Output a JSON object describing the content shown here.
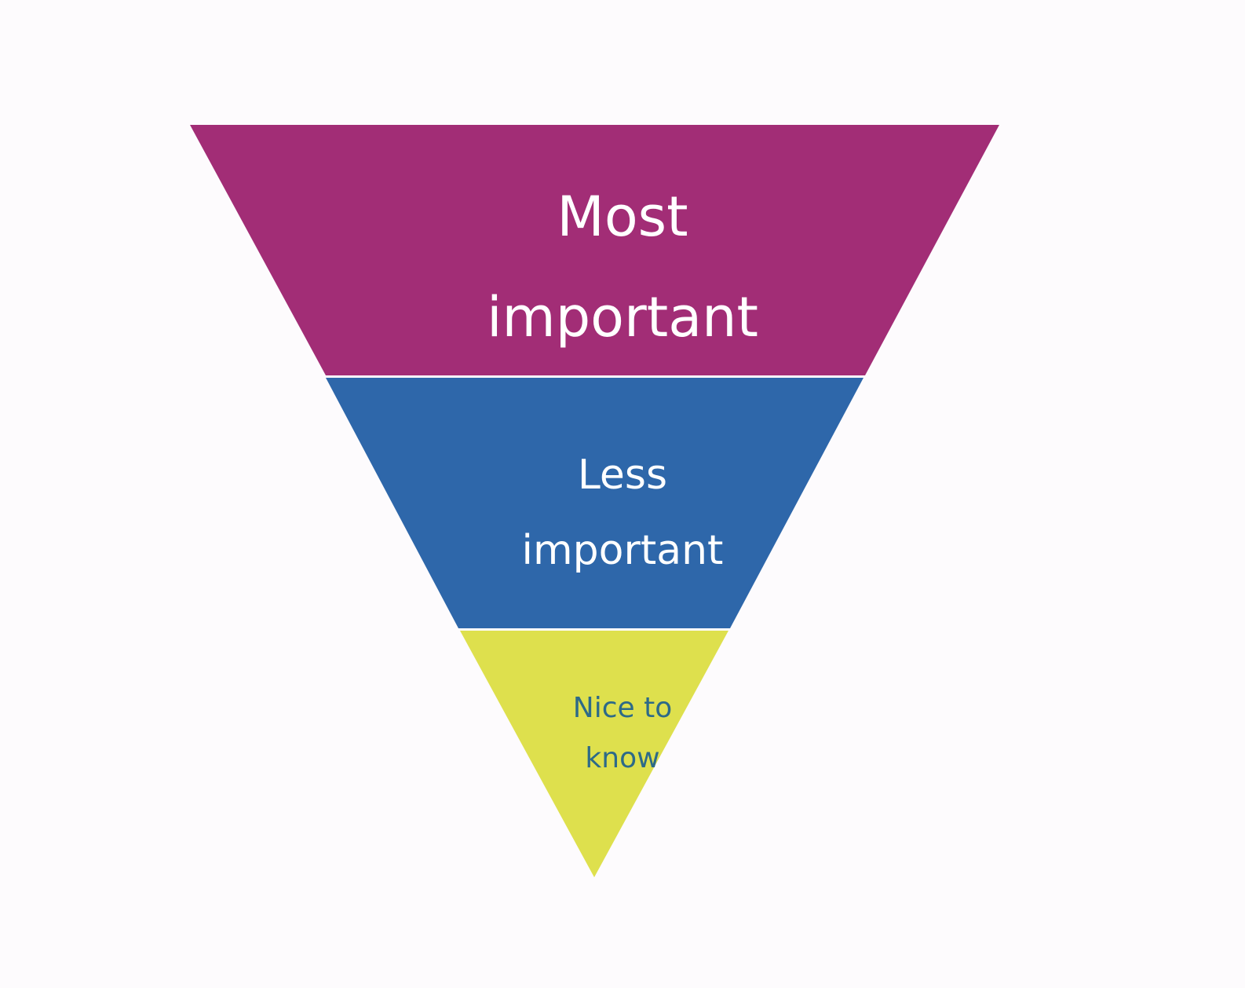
{
  "diagram": {
    "type": "inverted-pyramid",
    "tiers": [
      {
        "lines": [
          "Most",
          "important"
        ],
        "fill": "#a22d76",
        "text_color": "#ffffff"
      },
      {
        "lines": [
          "Less",
          "important"
        ],
        "fill": "#2e67aa",
        "text_color": "#ffffff"
      },
      {
        "lines": [
          "Nice to",
          "know"
        ],
        "fill": "#dee04d",
        "text_color": "#2d6a88"
      }
    ],
    "divider_color": "#ffffff",
    "background": "#fdfbfd"
  }
}
